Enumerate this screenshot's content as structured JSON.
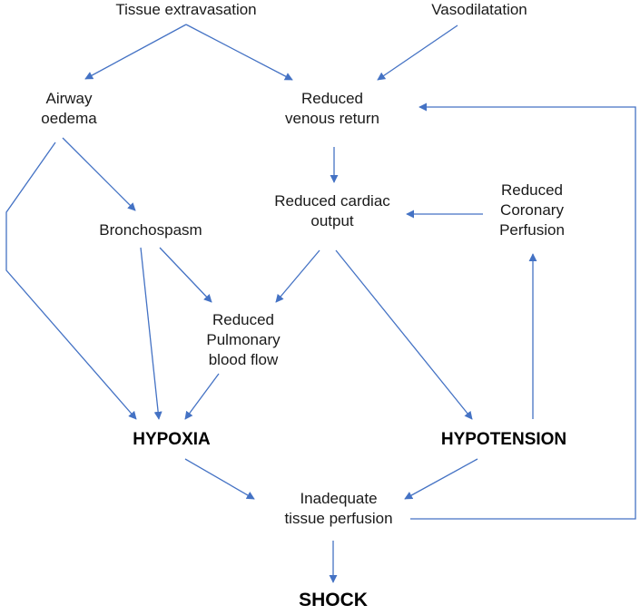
{
  "colors": {
    "arrow": "#4472C4",
    "text": "#1a1a1a",
    "emphasis_text": "#000000"
  },
  "nodes": {
    "tissue_extravasation": {
      "lines": [
        "Tissue extravasation"
      ]
    },
    "vasodilatation": {
      "lines": [
        "Vasodilatation"
      ]
    },
    "airway_oedema": {
      "lines": [
        "Airway",
        "oedema"
      ]
    },
    "reduced_venous_return": {
      "lines": [
        "Reduced",
        "venous return"
      ]
    },
    "reduced_cardiac_output": {
      "lines": [
        "Reduced cardiac",
        "output"
      ]
    },
    "reduced_coronary_perfusion": {
      "lines": [
        "Reduced",
        "Coronary",
        "Perfusion"
      ]
    },
    "bronchospasm": {
      "lines": [
        "Bronchospasm"
      ]
    },
    "reduced_pulmonary_blood_flow": {
      "lines": [
        "Reduced",
        "Pulmonary",
        "blood flow"
      ]
    },
    "hypoxia": {
      "lines": [
        "HYPOXIA"
      ]
    },
    "hypotension": {
      "lines": [
        "HYPOTENSION"
      ]
    },
    "inadequate_tissue_perfusion": {
      "lines": [
        "Inadequate",
        "tissue perfusion"
      ]
    },
    "shock": {
      "lines": [
        "SHOCK"
      ]
    }
  },
  "edges": [
    {
      "from": "tissue_extravasation",
      "to": "airway_oedema"
    },
    {
      "from": "tissue_extravasation",
      "to": "reduced_venous_return"
    },
    {
      "from": "vasodilatation",
      "to": "reduced_venous_return"
    },
    {
      "from": "reduced_venous_return",
      "to": "reduced_cardiac_output"
    },
    {
      "from": "airway_oedema",
      "to": "bronchospasm"
    },
    {
      "from": "airway_oedema",
      "to": "hypoxia"
    },
    {
      "from": "bronchospasm",
      "to": "reduced_pulmonary_blood_flow"
    },
    {
      "from": "bronchospasm",
      "to": "hypoxia"
    },
    {
      "from": "reduced_cardiac_output",
      "to": "reduced_pulmonary_blood_flow"
    },
    {
      "from": "reduced_cardiac_output",
      "to": "hypotension"
    },
    {
      "from": "reduced_pulmonary_blood_flow",
      "to": "hypoxia"
    },
    {
      "from": "reduced_coronary_perfusion",
      "to": "reduced_cardiac_output"
    },
    {
      "from": "hypotension",
      "to": "reduced_coronary_perfusion"
    },
    {
      "from": "hypoxia",
      "to": "inadequate_tissue_perfusion"
    },
    {
      "from": "hypotension",
      "to": "inadequate_tissue_perfusion"
    },
    {
      "from": "inadequate_tissue_perfusion",
      "to": "shock"
    },
    {
      "from": "inadequate_tissue_perfusion",
      "to": "reduced_venous_return"
    }
  ]
}
